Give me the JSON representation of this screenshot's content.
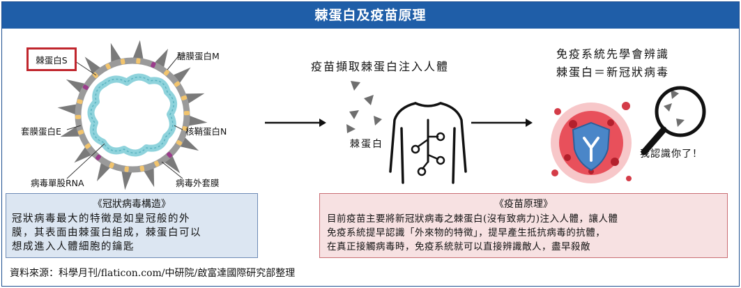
{
  "title": "棘蛋白及疫苗原理",
  "virus": {
    "spike_label": "棘蛋白S",
    "glyco_label": "醣膜蛋白M",
    "envelope_protein_label": "套膜蛋白E",
    "nucleocapsid_label": "核鞘蛋白N",
    "rna_label": "病毒單股RNA",
    "outer_envelope_label": "病毒外套膜"
  },
  "vaccine": {
    "caption": "疫苗擷取棘蛋白注入人體",
    "spike_label": "棘蛋白"
  },
  "immune": {
    "caption_line1": "免疫系統先學會辨識",
    "caption_line2": "棘蛋白＝新冠狀病毒",
    "speech": "我認識你了！"
  },
  "structure_box": {
    "title": "《冠狀病毒構造》",
    "lines": [
      "冠狀病毒最大的特徵是如皇冠般的外",
      "膜，其表面由棘蛋白組成，棘蛋白可以",
      "想成進入人體細胞的鑰匙"
    ]
  },
  "principle_box": {
    "title": "《疫苗原理》",
    "lines": [
      "目前疫苗主要將新冠狀病毒之棘蛋白(沒有致病力)注入人體，讓人體",
      "免疫系統提早認識「外來物的特徵」，提早產生抵抗病毒的抗體，",
      "在真正接觸病毒時，免疫系統就可以直接辨識敵人，盡早殺敵"
    ]
  },
  "source": "資料來源：科學月刊/flaticon.com/中研院/啟富達國際研究部整理",
  "colors": {
    "title_bar": "#1f5ea8",
    "spike_box_border": "#c0262d",
    "structure_box_bg": "#dce6f2",
    "principle_box_bg": "#f7e1e2",
    "rna": "#8fd3dc",
    "envelope_protein": "#9b3c8c",
    "glyco_protein": "#f2c46d",
    "virus_spike": "#7a7a7a"
  },
  "icons": [
    "virus-icon",
    "spike-protein-icon",
    "human-body-icon",
    "arrow-right-icon",
    "shield-antibody-icon",
    "magnifier-icon",
    "red-virus-icon"
  ]
}
